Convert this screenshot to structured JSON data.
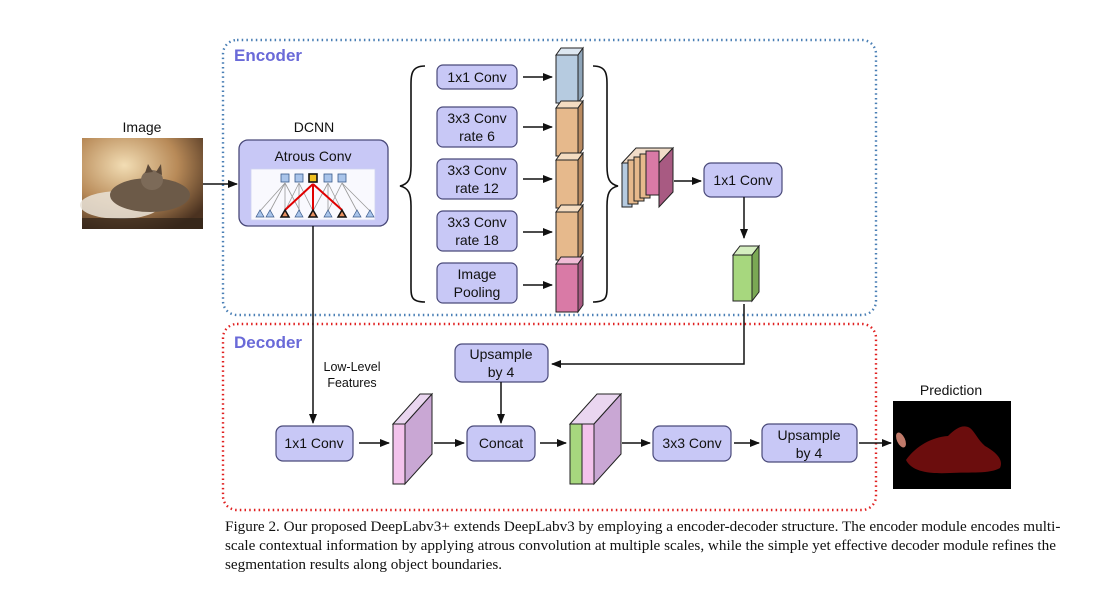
{
  "encoder": {
    "title": "Encoder",
    "border_color": "#4a7fb5",
    "title_color": "#6a6ad8"
  },
  "decoder": {
    "title": "Decoder",
    "border_color": "#e02020",
    "title_color": "#6a6ad8"
  },
  "input": {
    "label": "Image"
  },
  "dcnn": {
    "label": "DCNN",
    "block": "Atrous Conv"
  },
  "aspp": [
    {
      "line1": "1x1 Conv",
      "line2": ""
    },
    {
      "line1": "3x3 Conv",
      "line2": "rate 6"
    },
    {
      "line1": "3x3 Conv",
      "line2": "rate 12"
    },
    {
      "line1": "3x3 Conv",
      "line2": "rate 18"
    },
    {
      "line1": "Image",
      "line2": "Pooling"
    }
  ],
  "encoder_proj": {
    "label": "1x1 Conv"
  },
  "decoder_blocks": {
    "upsample_top_1": "Upsample",
    "upsample_top_2": "by 4",
    "lowlevel_1": "Low-Level",
    "lowlevel_2": "Features",
    "conv1x1": "1x1 Conv",
    "concat": "Concat",
    "conv3x3": "3x3 Conv",
    "upsample_out_1": "Upsample",
    "upsample_out_2": "by 4"
  },
  "output": {
    "label": "Prediction"
  },
  "colors": {
    "block_fill": "#c8c8f6",
    "block_stroke": "#4a4a7a",
    "feat_blue": "#b6cbe0",
    "feat_orange": "#e6b98c",
    "feat_pink": "#d97aa6",
    "feat_green": "#a7d77e",
    "feat_purple": "#c9a7d4",
    "feat_lightpink": "#f3c3ec"
  },
  "caption": {
    "line1": "Figure 2. Our proposed DeepLabv3+ extends DeepLabv3 by employing a encoder-decoder structure. The encoder module encodes multi-",
    "line2": "scale contextual information by applying atrous convolution at multiple scales, while the simple yet effective decoder module refines the",
    "line3": "segmentation results along object boundaries."
  }
}
